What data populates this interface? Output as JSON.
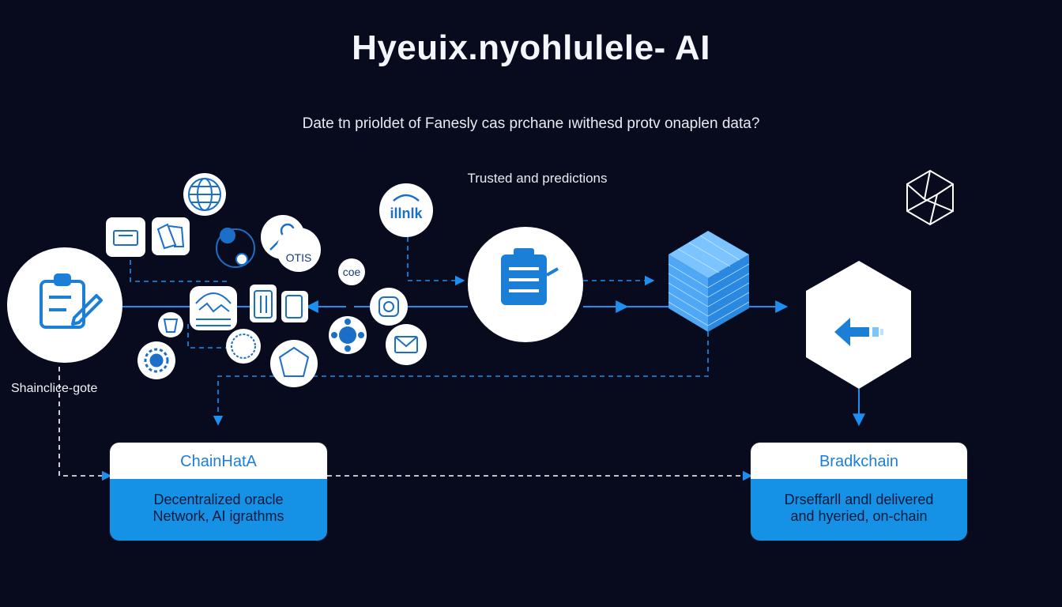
{
  "header": {
    "title": "Hyeuix.nyohlulele- AI",
    "subtitle": "Date tn prioldet of Fanesly cas prchane ıwithesd protv onaplen data?"
  },
  "labels": {
    "trusted": "Trusted and predictions",
    "side": "Shainclice-gote"
  },
  "nodes": {
    "link_badge": "illnlk",
    "otis_badge": "OTIS",
    "coe_badge": "coe"
  },
  "cards": {
    "left": {
      "title": "ChainHatA",
      "line1": "Decentralized oracle",
      "line2": "Network, AI igrathms"
    },
    "right": {
      "title": "Bradkchain",
      "line1": "Drseffarll andl delivered",
      "line2": "and hyeried, on-chain"
    }
  },
  "colors": {
    "background": "#070b1d",
    "accent": "#1592e6",
    "line": "#1e8ef0",
    "node_fill": "#ffffff"
  },
  "icons": [
    "clipboard-edit-icon",
    "globe-icon",
    "document-list-icon",
    "hexagon-cube-icon",
    "blockchain-cube-icon",
    "left-arrow-icon",
    "mail-icon",
    "microchip-icon"
  ]
}
